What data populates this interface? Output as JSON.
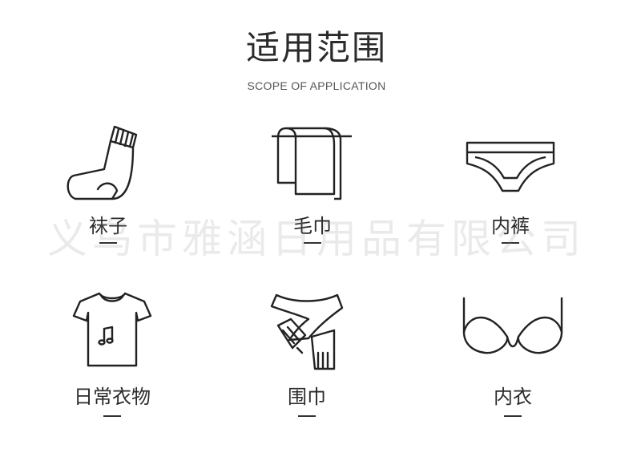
{
  "header": {
    "title": "适用范围",
    "subtitle": "SCOPE OF APPLICATION"
  },
  "items": [
    {
      "label": "袜子",
      "icon": "sock-icon"
    },
    {
      "label": "毛巾",
      "icon": "towel-icon"
    },
    {
      "label": "内裤",
      "icon": "underpants-icon"
    },
    {
      "label": "日常衣物",
      "icon": "tshirt-icon"
    },
    {
      "label": "围巾",
      "icon": "scarf-icon"
    },
    {
      "label": "内衣",
      "icon": "bra-icon"
    }
  ],
  "watermark": "义乌市雅涵日用品有限公司"
}
